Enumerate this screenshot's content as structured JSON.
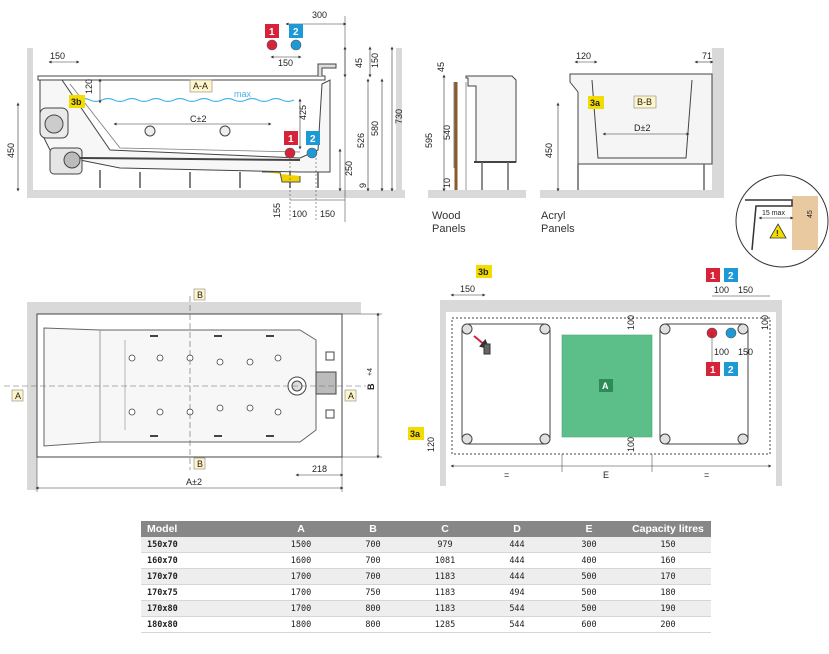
{
  "labels": {
    "section_aa": "A-A",
    "section_bb": "B-B",
    "water_max": "max",
    "c_dim": "C±2",
    "d_dim": "D±2",
    "a_dim": "A±2",
    "b_dim": "B",
    "b_tol": "+4",
    "wood": "Wood",
    "panels": "Panels",
    "acryl": "Acryl",
    "plan_a": "A",
    "plan_b": "B",
    "zone_a": "A",
    "mark_1": "1",
    "mark_2": "2",
    "mark_3a": "3a",
    "mark_3b": "3b",
    "eq": "=",
    "e_dim": "E",
    "detail_15max": "15 max",
    "detail_45": "45",
    "warning_icon": "warning-triangle-icon"
  },
  "dims": {
    "d300": "300",
    "d150": "150",
    "d45": "45",
    "d120": "120",
    "d450": "450",
    "d425": "425",
    "d526": "526",
    "d580": "580",
    "d730": "730",
    "d250": "250",
    "d9": "9",
    "d155": "155",
    "d100": "100",
    "d595": "595",
    "d540": "540",
    "d10": "10",
    "d71": "71",
    "d218": "218"
  },
  "colors": {
    "red": "#d7233a",
    "blue": "#1d9ad6",
    "yellow": "#f3dc00",
    "green": "#5cbf8a",
    "floor": "#d9d9d9",
    "water": "#4db3e6"
  },
  "table": {
    "headers": [
      "Model",
      "A",
      "B",
      "C",
      "D",
      "E",
      "Capacity litres"
    ],
    "rows": [
      [
        "150x70",
        "1500",
        "700",
        "979",
        "444",
        "300",
        "150"
      ],
      [
        "160x70",
        "1600",
        "700",
        "1081",
        "444",
        "400",
        "160"
      ],
      [
        "170x70",
        "1700",
        "700",
        "1183",
        "444",
        "500",
        "170"
      ],
      [
        "170x75",
        "1700",
        "750",
        "1183",
        "494",
        "500",
        "180"
      ],
      [
        "170x80",
        "1700",
        "800",
        "1183",
        "544",
        "500",
        "190"
      ],
      [
        "180x80",
        "1800",
        "800",
        "1285",
        "544",
        "600",
        "200"
      ]
    ]
  }
}
